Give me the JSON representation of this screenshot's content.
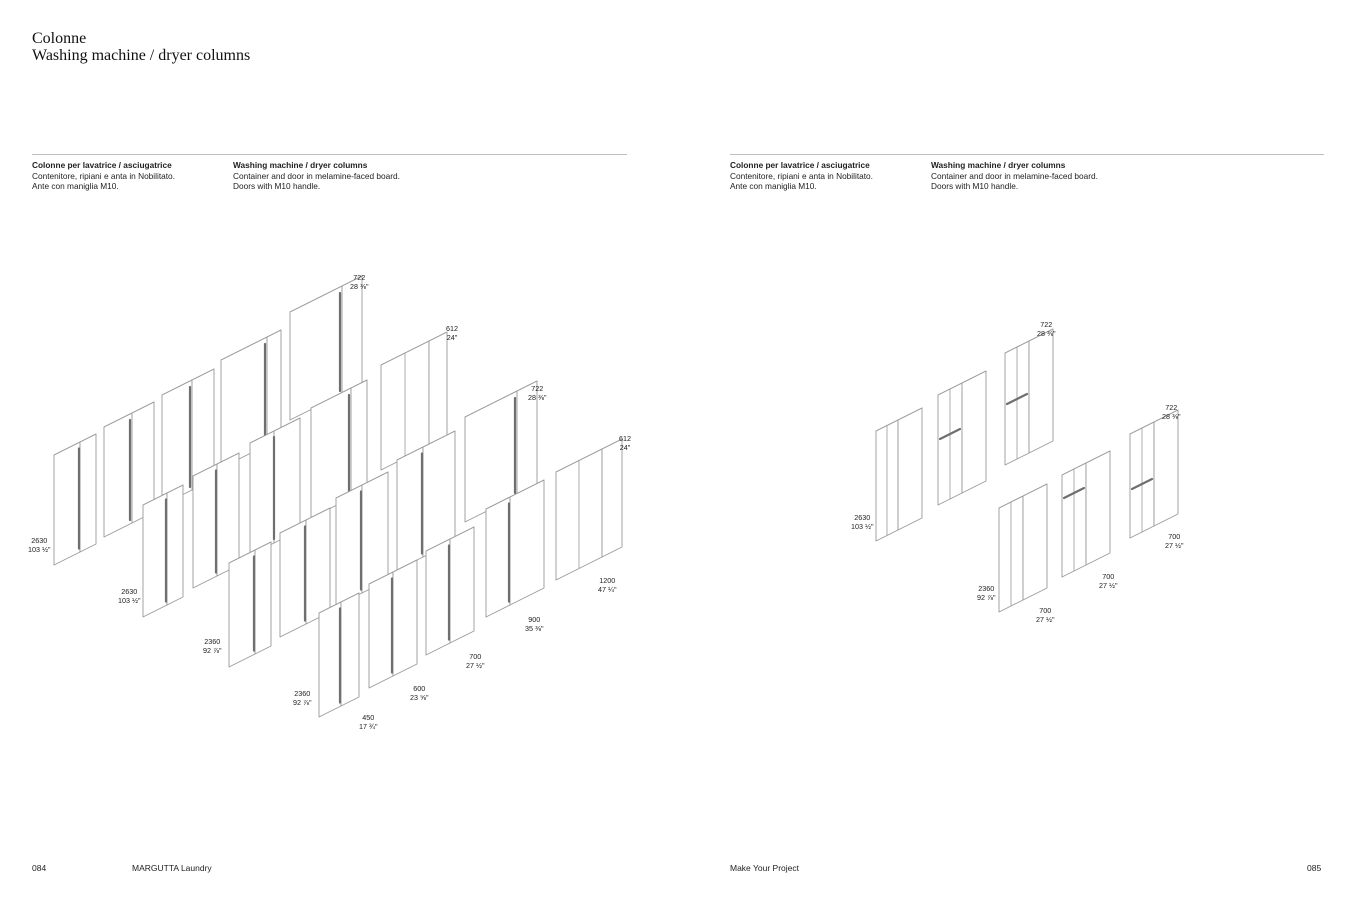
{
  "heading": {
    "line1": "Colonne",
    "line2": "Washing machine / dryer columns"
  },
  "left_page": {
    "desc_it": {
      "title": "Colonne per lavatrice / asciugatrice",
      "line1": "Contenitore, ripiani e anta in Nobilitato.",
      "line2": "Ante con maniglia M10."
    },
    "desc_en": {
      "title": "Washing machine / dryer columns",
      "line1": "Container and door in melamine-faced board.",
      "line2": "Doors with M10 handle."
    },
    "dimensions": {
      "d722a": {
        "mm": "722",
        "in": "28 ⅜\""
      },
      "d612a": {
        "mm": "612",
        "in": "24\""
      },
      "d722b": {
        "mm": "722",
        "in": "28 ⅜\""
      },
      "d612b": {
        "mm": "612",
        "in": "24\""
      },
      "h2630a": {
        "mm": "2630",
        "in": "103 ½\""
      },
      "h2630b": {
        "mm": "2630",
        "in": "103 ½\""
      },
      "h2360a": {
        "mm": "2360",
        "in": "92 ⅞\""
      },
      "h2360b": {
        "mm": "2360",
        "in": "92 ⅞\""
      },
      "w1200": {
        "mm": "1200",
        "in": "47 ¼\""
      },
      "w900": {
        "mm": "900",
        "in": "35 ⅜\""
      },
      "w700": {
        "mm": "700",
        "in": "27 ½\""
      },
      "w600": {
        "mm": "600",
        "in": "23 ⅝\""
      },
      "w450": {
        "mm": "450",
        "in": "17 ¾\""
      }
    }
  },
  "right_page": {
    "desc_it": {
      "title": "Colonne per lavatrice / asciugatrice",
      "line1": "Contenitore, ripiani e anta in Nobilitato.",
      "line2": "Ante con maniglia M10."
    },
    "desc_en": {
      "title": "Washing machine / dryer columns",
      "line1": "Container and door in melamine-faced board.",
      "line2": "Doors with M10 handle."
    },
    "dimensions": {
      "d722a": {
        "mm": "722",
        "in": "28 ⅜\""
      },
      "d722b": {
        "mm": "722",
        "in": "28 ⅜\""
      },
      "h2630": {
        "mm": "2630",
        "in": "103 ½\""
      },
      "h2360": {
        "mm": "2360",
        "in": "92 ⅞\""
      },
      "w700a": {
        "mm": "700",
        "in": "27 ½\""
      },
      "w700b": {
        "mm": "700",
        "in": "27 ½\""
      },
      "w700c": {
        "mm": "700",
        "in": "27 ½\""
      }
    }
  },
  "footer": {
    "page_left": "084",
    "brand": "MARGUTTA Laundry",
    "section": "Make Your Project",
    "page_right": "085"
  }
}
